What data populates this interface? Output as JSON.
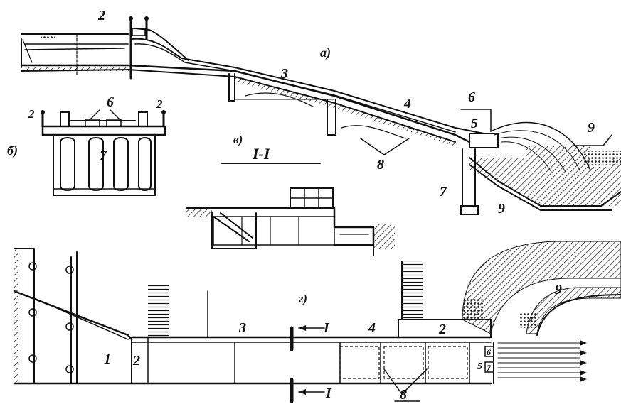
{
  "labels": {
    "view_a": "а)",
    "view_b": "б)",
    "view_v": "в)",
    "view_g": "г)",
    "section": "I-I",
    "sec_mark_top": "I",
    "sec_mark_bottom": "I",
    "n1": "1",
    "n2": "2",
    "n3": "3",
    "n4": "4",
    "n5": "5",
    "n6": "6",
    "n7": "7",
    "n8": "8",
    "n9": "9"
  },
  "colors": {
    "ink": "#111111",
    "paper": "#ffffff"
  }
}
